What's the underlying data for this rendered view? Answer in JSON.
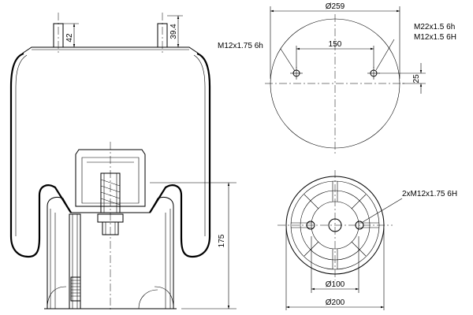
{
  "front_view": {
    "stud_height_left": "42",
    "stud_height_right": "39.4",
    "overall_height": "175"
  },
  "top_view": {
    "diameter": "Ø259",
    "hole_spacing": "150",
    "offset": "25",
    "left_thread": "M12x1.75 6h",
    "right_thread_1": "M22x1.5 6h",
    "right_thread_2": "M12x1.5 6H"
  },
  "bottom_view": {
    "thread_callout": "2xM12x1.75 6H",
    "inner_diameter": "Ø100",
    "outer_diameter": "Ø200"
  }
}
